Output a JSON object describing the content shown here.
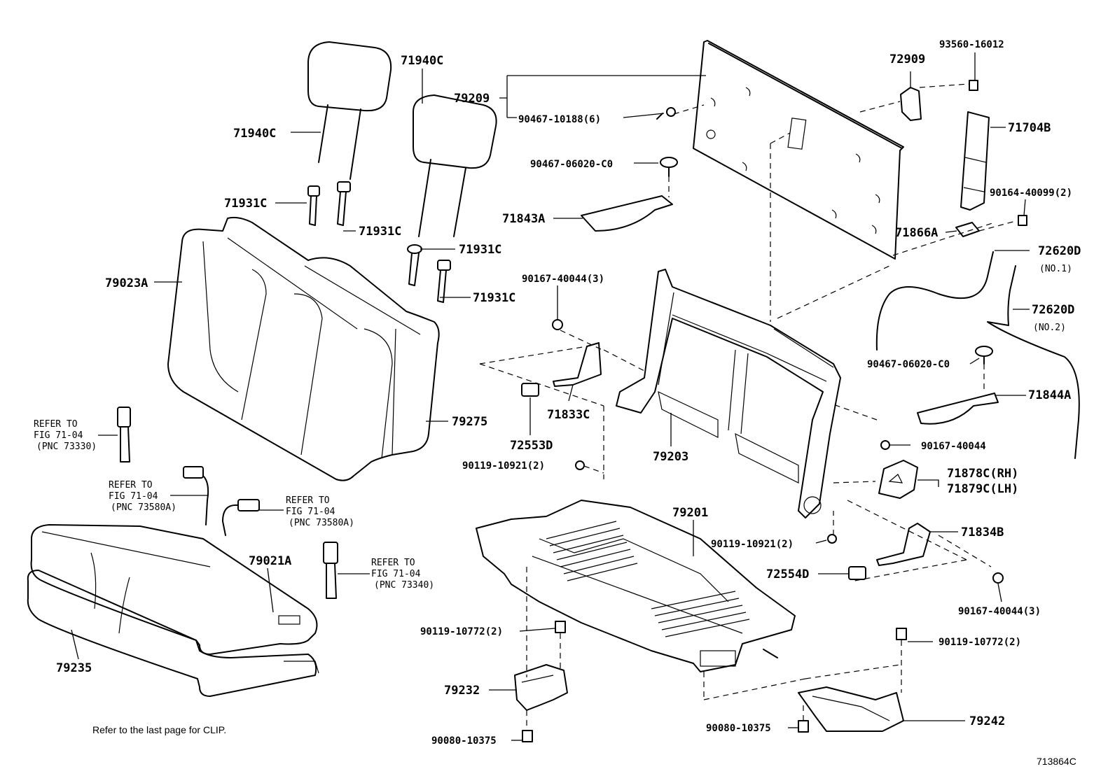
{
  "labels": {
    "l71940c_a": "71940C",
    "l71940c_b": "71940C",
    "l79209": "79209",
    "l90467_10188": "90467-10188(6)",
    "l90467_06020_a": "90467-06020-C0",
    "l71843a": "71843A",
    "l71931c_a": "71931C",
    "l71931c_b": "71931C",
    "l71931c_c": "71931C",
    "l71931c_d": "71931C",
    "l79023a": "79023A",
    "l79275": "79275",
    "l90167_40044_3a": "90167-40044(3)",
    "l71833c": "71833C",
    "l72553d": "72553D",
    "l90119_10921_a": "90119-10921(2)",
    "l79203": "79203",
    "l72909": "72909",
    "l93560": "93560-16012",
    "l71704b": "71704B",
    "l90164": "90164-40099(2)",
    "l71866a": "71866A",
    "l72620d_1": "72620D",
    "l72620d_1n": "(NO.1)",
    "l72620d_2": "72620D",
    "l72620d_2n": "(NO.2)",
    "l90467_06020_b": "90467-06020-C0",
    "l71844a": "71844A",
    "l90167_40044": "90167-40044",
    "l71878c": "71878C(RH)",
    "l71879c": "71879C(LH)",
    "l71834b": "71834B",
    "l90119_10921_b": "90119-10921(2)",
    "l72554d": "72554D",
    "l90167_40044_3b": "90167-40044(3)",
    "l79201": "79201",
    "l79021a": "79021A",
    "l79235": "79235",
    "l90119_10772_a": "90119-10772(2)",
    "l90119_10772_b": "90119-10772(2)",
    "l79232": "79232",
    "l79242": "79242",
    "l90080_a": "90080-10375",
    "l90080_b": "90080-10375"
  },
  "refs": [
    {
      "line1": "REFER TO",
      "line2": "FIG 71-04",
      "line3": "(PNC 73330)"
    },
    {
      "line1": "REFER TO",
      "line2": "FIG 71-04",
      "line3": "(PNC 73580A)"
    },
    {
      "line1": "REFER TO",
      "line2": "FIG 71-04",
      "line3": "(PNC 73580A)"
    },
    {
      "line1": "REFER TO",
      "line2": "FIG 71-04",
      "line3": "(PNC 73340)"
    }
  ],
  "footer": {
    "note": "Refer to the last page for CLIP.",
    "figure_id": "713864C"
  }
}
